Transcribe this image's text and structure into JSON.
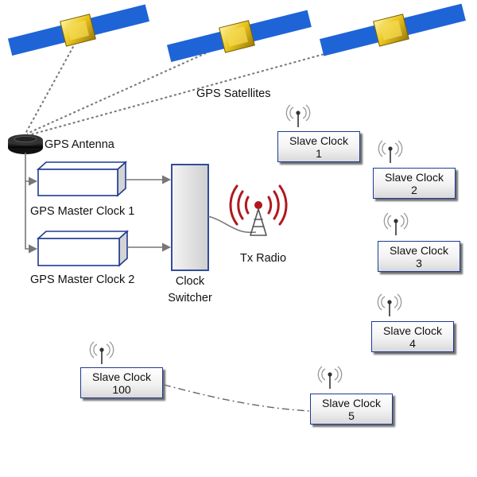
{
  "labels": {
    "gps_satellites": "GPS Satellites",
    "gps_antenna": "GPS Antenna",
    "master_clock_1": "GPS Master Clock 1",
    "master_clock_2": "GPS Master Clock 2",
    "clock_switcher_line1": "Clock",
    "clock_switcher_line2": "Switcher",
    "tx_radio": "Tx Radio"
  },
  "slave_clocks": [
    {
      "line1": "Slave Clock",
      "line2": "1"
    },
    {
      "line1": "Slave Clock",
      "line2": "2"
    },
    {
      "line1": "Slave Clock",
      "line2": "3"
    },
    {
      "line1": "Slave Clock",
      "line2": "4"
    },
    {
      "line1": "Slave Clock",
      "line2": "5"
    },
    {
      "line1": "Slave Clock",
      "line2": "100"
    }
  ],
  "colors": {
    "panel_blue": "#1e64d6",
    "satellite_gold": "#e8c21c",
    "box_border": "#1f3a93",
    "radio_red": "#b0181e",
    "link_gray": "#777777"
  }
}
